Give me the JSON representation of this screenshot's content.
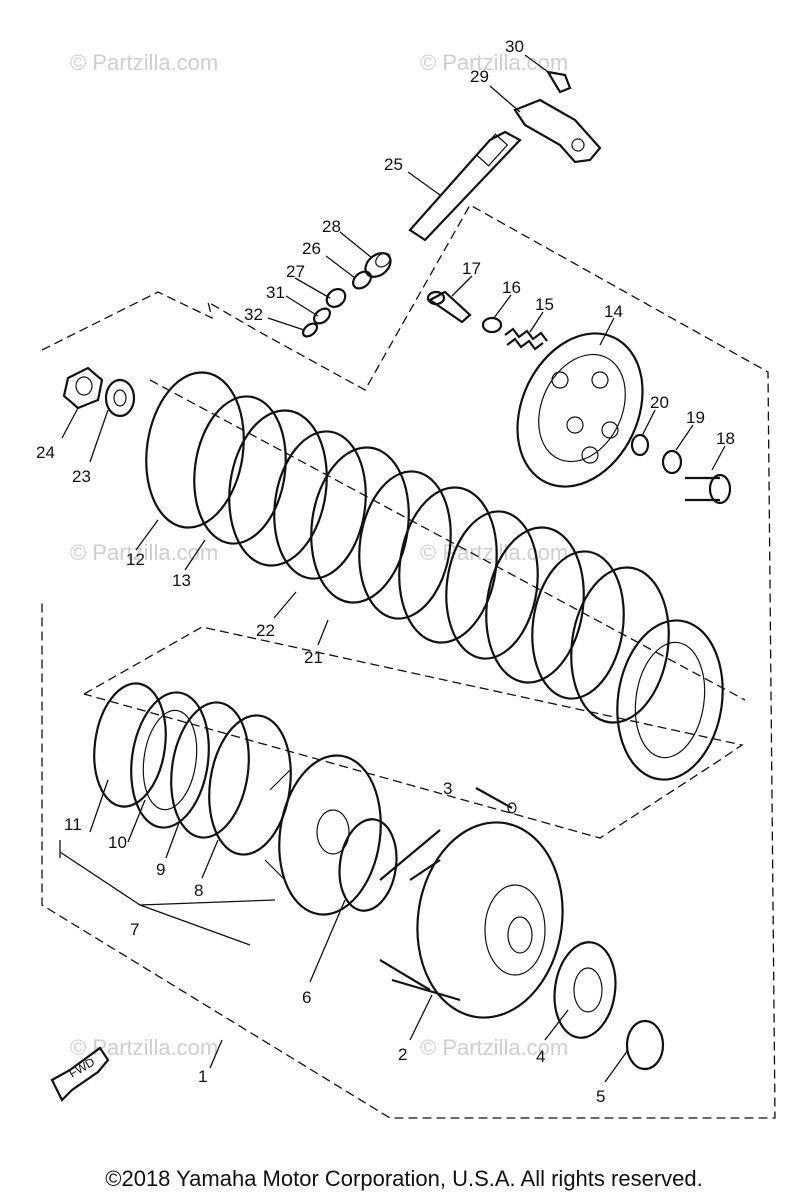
{
  "watermark": "© Partzilla.com",
  "copyright": "©2018  Yamaha Motor Corporation, U.S.A. All rights reserved.",
  "fwd_label": "FWD",
  "callouts": {
    "p1": "1",
    "p2": "2",
    "p3": "3",
    "p4": "4",
    "p5": "5",
    "p6": "6",
    "p7": "7",
    "p8": "8",
    "p9": "9",
    "p10": "10",
    "p11": "11",
    "p12": "12",
    "p13": "13",
    "p14": "14",
    "p15": "15",
    "p16": "16",
    "p17": "17",
    "p18": "18",
    "p19": "19",
    "p20": "20",
    "p21": "21",
    "p22": "22",
    "p23": "23",
    "p24": "24",
    "p25": "25",
    "p26": "26",
    "p27": "27",
    "p28": "28",
    "p29": "29",
    "p30": "30",
    "p31": "31",
    "p32": "32"
  }
}
